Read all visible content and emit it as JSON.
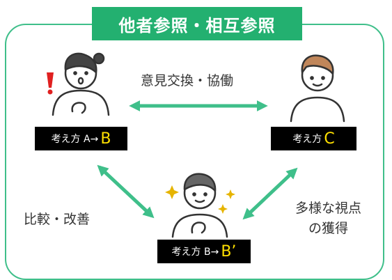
{
  "title": "他者参照・相互参照",
  "labels": {
    "exchange": "意見交換・協働",
    "compare": "比較・改善",
    "perspective_line1": "多様な視点",
    "perspective_line2": "の獲得"
  },
  "captions": {
    "a_prefix": "考え方 A→",
    "a_highlight": "B",
    "c_prefix": "考え方",
    "c_highlight": "C",
    "b_prefix": "考え方 B→",
    "b_highlight": "B’"
  },
  "colors": {
    "accent": "#23b070",
    "arrow": "#3fbf8a",
    "highlight": "#ffe000",
    "exclaim": "#e02020",
    "sparkle": "#e6b400"
  }
}
